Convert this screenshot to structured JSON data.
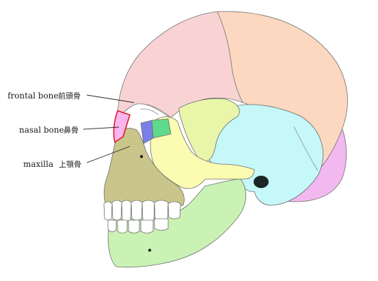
{
  "labels": {
    "frontal": {
      "en": "frontal bone",
      "jp": "前頭骨"
    },
    "nasal": {
      "en": "nasal bone",
      "jp": "鼻骨"
    },
    "maxilla": {
      "en": "maxilla",
      "jp": "上顎骨"
    }
  },
  "colors": {
    "frontal": "#f9d3d4",
    "parietal": "#fbd8bf",
    "occipital": "#f1b9f0",
    "temporal": "#c6f7f9",
    "sphenoid": "#e9f5a8",
    "zygomatic": "#fbfbb2",
    "maxilla": "#c9c58b",
    "mandible": "#c9f2b4",
    "nasal": "#f9b5ee",
    "nasal_outline": "#e0152a",
    "ethmoid": "#5fd98c",
    "lacrimal": "#7a7fe8",
    "teeth": "#ffffff"
  }
}
